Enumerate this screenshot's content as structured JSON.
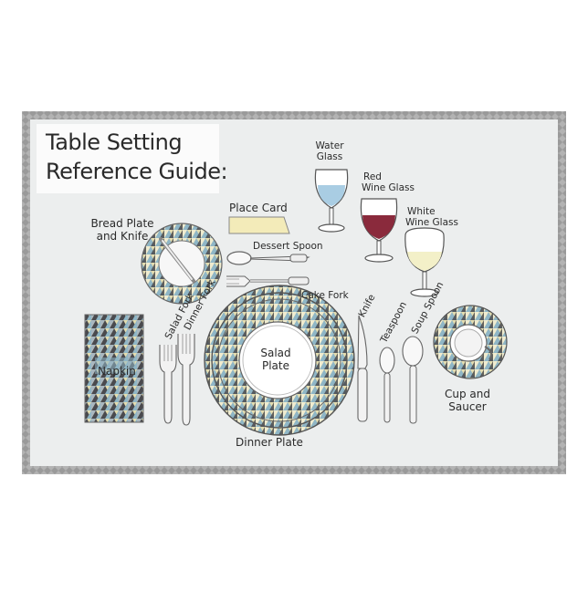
{
  "title": {
    "line1": "Table Setting",
    "line2": "Reference Guide:"
  },
  "labels": {
    "water_glass_1": "Water",
    "water_glass_2": "Glass",
    "red_wine_1": "Red",
    "red_wine_2": "Wine Glass",
    "white_wine_1": "White",
    "white_wine_2": "Wine Glass",
    "place_card": "Place Card",
    "bread_plate_1": "Bread Plate",
    "bread_plate_2": "and Knife",
    "dessert_spoon": "Dessert Spoon",
    "cake_fork": "Cake Fork",
    "salad_fork": "Salad Fork",
    "dinner_fork": "Dinner Fork",
    "knife": "Knife",
    "teaspoon": "Teaspoon",
    "soup_spoon": "Soup Spoon",
    "napkin": "Napkin",
    "salad_plate_1": "Salad",
    "salad_plate_2": "Plate",
    "dinner_plate": "Dinner Plate",
    "cup_saucer_1": "Cup and",
    "cup_saucer_2": "Saucer"
  },
  "colors": {
    "mat": "#eceeee",
    "mat_border": "#9a9a9a",
    "triangle_blue": "#8fb6c6",
    "triangle_dark": "#4a4a4e",
    "triangle_cream": "#e4ddb0",
    "red_wine": "#8a2a3c",
    "white_wine": "#f3f0c8",
    "water": "#a9cde3",
    "place_card": "#f3ebb9"
  }
}
